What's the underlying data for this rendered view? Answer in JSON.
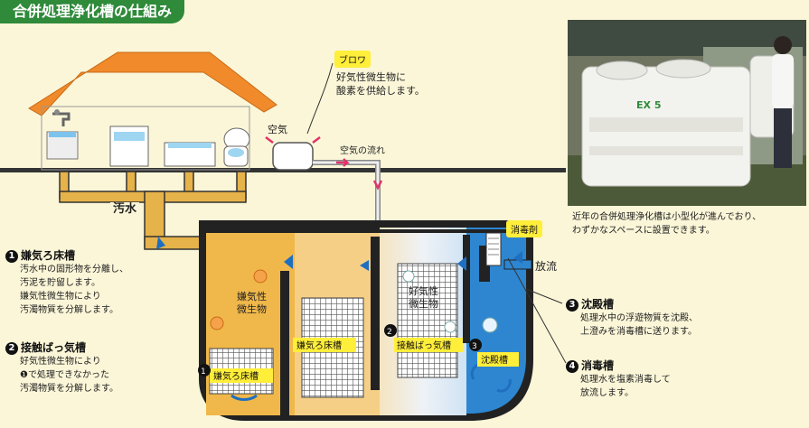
{
  "title": "合併処理浄化槽の仕組み",
  "blower": {
    "tag": "ブロワ",
    "desc": [
      "好気性微生物に",
      "酸素を供給します。"
    ]
  },
  "air_label": "空気",
  "air_flow_label": "空気の流れ",
  "sewage_label": "汚水",
  "disinfectant_label": "消毒剤",
  "discharge_label": "放流",
  "photo": {
    "caption": [
      "近年の合併処理浄化槽は小型化が進んでおり、",
      "わずかなスペースに設置できます。"
    ],
    "tank_mark": "EX 5"
  },
  "steps": [
    {
      "num": "1",
      "title": "嫌気ろ床槽",
      "lines": [
        "汚水中の固形物を分離し、",
        "汚泥を貯留します。",
        "嫌気性微生物により",
        "汚濁物質を分解します。"
      ]
    },
    {
      "num": "2",
      "title": "接触ばっ気槽",
      "lines": [
        "好気性微生物により",
        "❶で処理できなかった",
        "汚濁物質を分解します。"
      ]
    },
    {
      "num": "3",
      "title": "沈殿槽",
      "lines": [
        "処理水中の浮遊物質を沈殿、",
        "上澄みを消毒槽に送ります。"
      ]
    },
    {
      "num": "4",
      "title": "消毒槽",
      "lines": [
        "処理水を塩素消毒して",
        "放流します。"
      ]
    }
  ],
  "tank": {
    "anaerobic_microbes": [
      "嫌気性",
      "微生物"
    ],
    "aerobic_microbes": [
      "好気性",
      "微生物"
    ],
    "chamber1a": "嫌気ろ床槽",
    "chamber1b": "嫌気ろ床槽",
    "chamber2": "接触ばっ気槽",
    "chamber3": "沈殿槽",
    "marker1": "1",
    "marker2": "2",
    "marker3": "3"
  },
  "colors": {
    "title_bg": "#2f8a3a",
    "background": "#fbf6d8",
    "house_roof": "#f08a2a",
    "pipe": "#e6b24a",
    "anaerobic_water": "#f0b84a",
    "aerobic_water": "#dbeaf6",
    "clear_water": "#2e86d0",
    "tag_yellow": "#ffee3a",
    "arrow_blue": "#1f6fc0",
    "arrow_pink": "#e0336a"
  }
}
